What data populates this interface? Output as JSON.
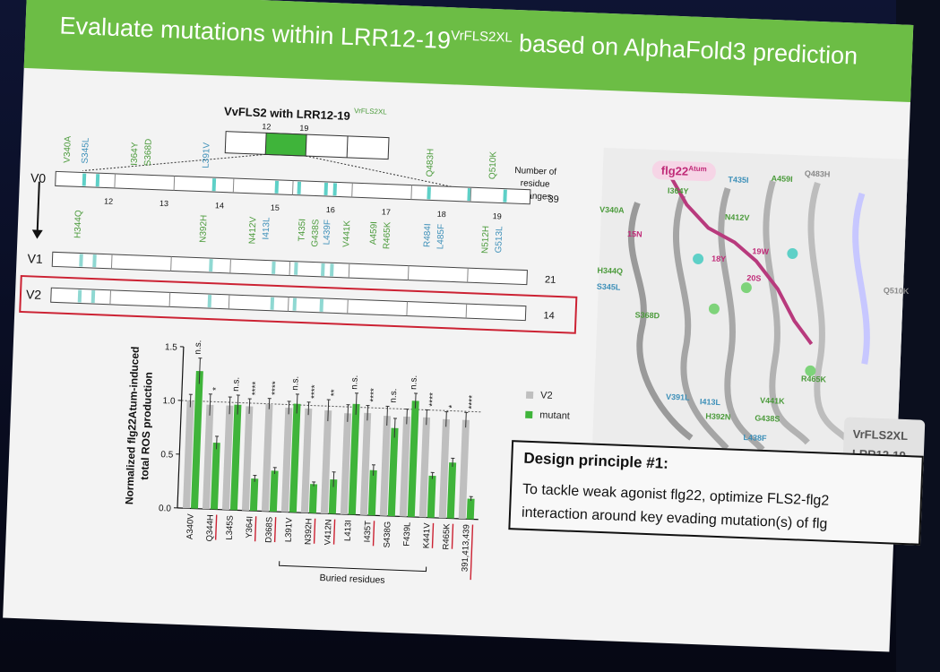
{
  "title": {
    "main": "Evaluate mutations within LRR12-19",
    "superscript": "VrFLS2XL",
    "tail": " based on AlphaFold3 prediction"
  },
  "construct": {
    "label": "VvFLS2 with LRR12-19",
    "label_sup": "VrFLS2XL",
    "lrr_start": "12",
    "lrr_end": "19"
  },
  "rows": [
    {
      "name": "V0",
      "changes": "39"
    },
    {
      "name": "V1",
      "changes": "21"
    },
    {
      "name": "V2",
      "changes": "14"
    }
  ],
  "number_header": [
    "Number of",
    "residue",
    "changes"
  ],
  "lrr_numbers": [
    "12",
    "13",
    "14",
    "15",
    "16",
    "17",
    "18",
    "19"
  ],
  "mutations_top": [
    {
      "label": "V340A",
      "color": "#4a9a3a"
    },
    {
      "label": "S345L",
      "color": "#3c8fb8"
    },
    {
      "label": "I364Y",
      "color": "#4a9a3a"
    },
    {
      "label": "S368D",
      "color": "#4a9a3a"
    },
    {
      "label": "L391V",
      "color": "#3c8fb8"
    },
    {
      "label": "Q483H",
      "color": "#4a9a3a"
    },
    {
      "label": "Q510K",
      "color": "#4a9a3a"
    }
  ],
  "mutations_bottom": [
    {
      "label": "H344Q",
      "color": "#4a9a3a"
    },
    {
      "label": "N392H",
      "color": "#4a9a3a"
    },
    {
      "label": "N412V",
      "color": "#4a9a3a"
    },
    {
      "label": "I413L",
      "color": "#3c8fb8"
    },
    {
      "label": "T435I",
      "color": "#4a9a3a"
    },
    {
      "label": "G438S",
      "color": "#4a9a3a"
    },
    {
      "label": "L439F",
      "color": "#3c8fb8"
    },
    {
      "label": "V441K",
      "color": "#4a9a3a"
    },
    {
      "label": "A459I",
      "color": "#4a9a3a"
    },
    {
      "label": "R465K",
      "color": "#4a9a3a"
    },
    {
      "label": "R484I",
      "color": "#3c8fb8"
    },
    {
      "label": "L485F",
      "color": "#3c8fb8"
    },
    {
      "label": "N512H",
      "color": "#4a9a3a"
    },
    {
      "label": "G513L",
      "color": "#3c8fb8"
    }
  ],
  "structure": {
    "flg_label": "flg22",
    "flg_sup": "Atum",
    "inset_lines": [
      "VrFLS2XL",
      "LRR12-19"
    ],
    "residue_labels": [
      {
        "text": "V340A",
        "color": "#4a9a3a"
      },
      {
        "text": "I364Y",
        "color": "#4a9a3a"
      },
      {
        "text": "T435I",
        "color": "#3c8fb8"
      },
      {
        "text": "A459I",
        "color": "#4a9a3a"
      },
      {
        "text": "Q483H",
        "color": "#888888"
      },
      {
        "text": "N412V",
        "color": "#4a9a3a"
      },
      {
        "text": "15N",
        "color": "#c02a78"
      },
      {
        "text": "18Y",
        "color": "#c02a78"
      },
      {
        "text": "19W",
        "color": "#c02a78"
      },
      {
        "text": "20S",
        "color": "#c02a78"
      },
      {
        "text": "H344Q",
        "color": "#4a9a3a"
      },
      {
        "text": "S345L",
        "color": "#3c8fb8"
      },
      {
        "text": "S368D",
        "color": "#4a9a3a"
      },
      {
        "text": "Q510K",
        "color": "#888888"
      },
      {
        "text": "R465K",
        "color": "#4a9a3a"
      },
      {
        "text": "V391L",
        "color": "#3c8fb8"
      },
      {
        "text": "I413L",
        "color": "#3c8fb8"
      },
      {
        "text": "H392N",
        "color": "#4a9a3a"
      },
      {
        "text": "V441K",
        "color": "#4a9a3a"
      },
      {
        "text": "G438S",
        "color": "#4a9a3a"
      },
      {
        "text": "L438F",
        "color": "#3c8fb8"
      }
    ]
  },
  "principle": {
    "title": "Design principle #1:",
    "line1": "To tackle weak agonist flg22, optimize FLS2-flg2",
    "line2": "interaction around key evading mutation(s) of flg"
  },
  "chart_data": {
    "type": "bar",
    "ylabel_lines": [
      "Normalized flg22Atum-induced",
      "total ROS production"
    ],
    "ylim": [
      0,
      1.5
    ],
    "yticks": [
      "0.0",
      "0.5",
      "1.0",
      "1.5"
    ],
    "reference_line": 1.0,
    "categories": [
      "A340V",
      "Q344H",
      "L345S",
      "Y364I",
      "D368S",
      "L391V",
      "N392H",
      "V412N",
      "L413I",
      "I435T",
      "S438G",
      "F439L",
      "K441V",
      "R465K",
      "391,413,439"
    ],
    "underlined": [
      "Q344H",
      "Y364I",
      "D368S",
      "N392H",
      "V412N",
      "I435T",
      "K441V",
      "R465K",
      "391,413,439"
    ],
    "bracket_label": "Buried residues",
    "series": [
      {
        "name": "V2",
        "color": "#bfbfbf",
        "values": [
          1.0,
          0.97,
          0.97,
          0.97,
          1.0,
          0.97,
          0.97,
          0.96,
          0.94,
          0.95,
          0.93,
          0.93,
          0.93,
          0.92,
          0.92
        ],
        "errors": [
          0.06,
          0.1,
          0.08,
          0.07,
          0.05,
          0.06,
          0.06,
          0.1,
          0.08,
          0.07,
          0.09,
          0.07,
          0.07,
          0.07,
          0.07
        ]
      },
      {
        "name": "mutant",
        "color": "#3fb43a",
        "values": [
          1.28,
          0.62,
          0.98,
          0.3,
          0.38,
          1.01,
          0.27,
          0.32,
          1.03,
          0.42,
          0.82,
          1.08,
          0.39,
          0.52,
          0.19
        ],
        "errors": [
          0.12,
          0.06,
          0.09,
          0.03,
          0.03,
          0.09,
          0.02,
          0.07,
          0.1,
          0.05,
          0.09,
          0.07,
          0.03,
          0.04,
          0.02
        ]
      }
    ],
    "significance": [
      "n.s.",
      "*",
      "n.s.",
      "****",
      "****",
      "n.s.",
      "****",
      "**",
      "n.s.",
      "****",
      "n.s.",
      "n.s.",
      "****",
      "*",
      "****"
    ]
  }
}
